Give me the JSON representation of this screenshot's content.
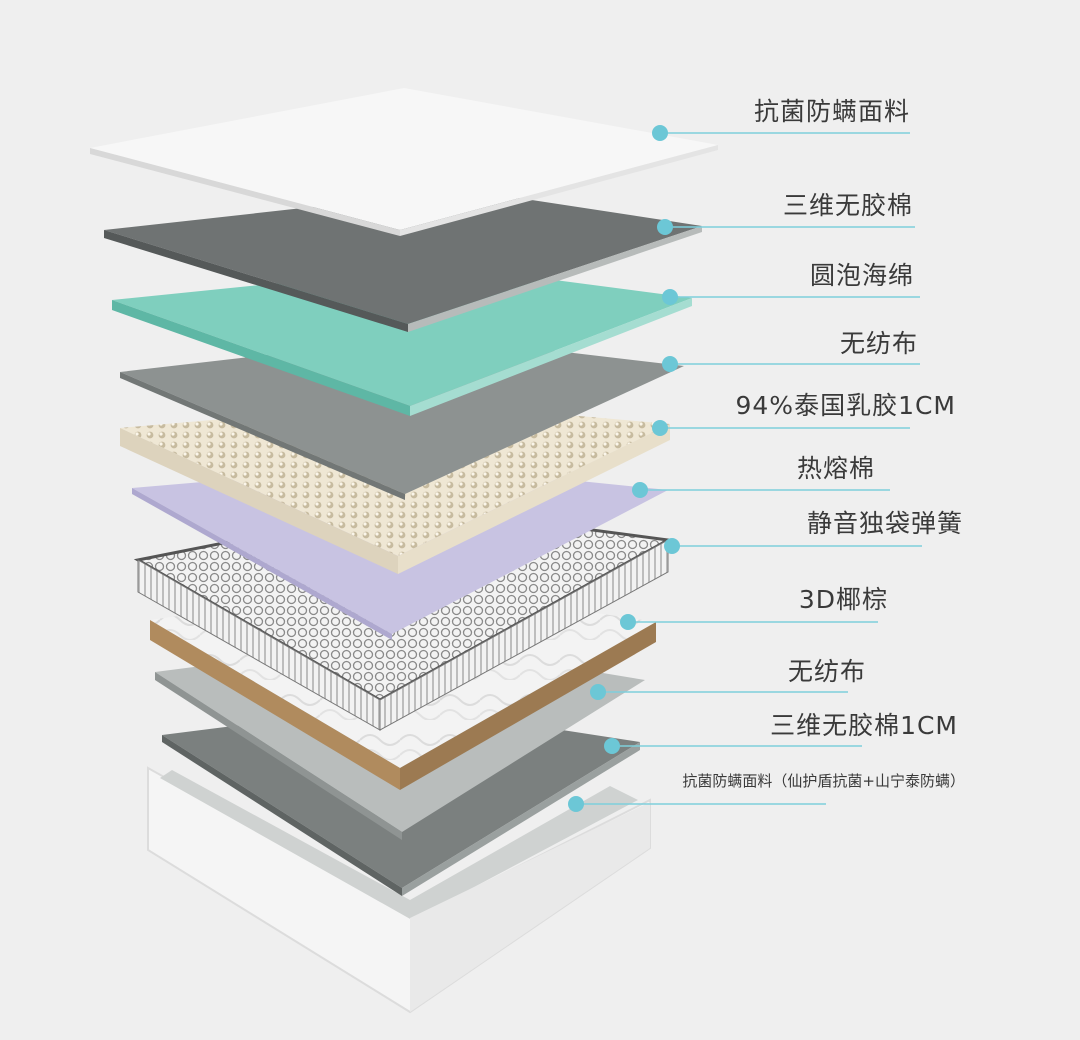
{
  "colors": {
    "background": "#efefef",
    "callout_line": "#7fcfdc",
    "callout_dot": "#6cc7d6",
    "label_text": "#3a3a3a"
  },
  "layers": [
    {
      "label": "抗菌防螨面料",
      "color": "#f7f7f7"
    },
    {
      "label": "三维无胶棉",
      "color": "#6f7373"
    },
    {
      "label": "圆泡海绵",
      "color": "#7fcfbe"
    },
    {
      "label": "无纺布",
      "color": "#8d9291"
    },
    {
      "label": "94%泰国乳胶1CM",
      "color": "#ece3cf"
    },
    {
      "label": "热熔棉",
      "color": "#c8c3e2"
    },
    {
      "label": "静音独袋弹簧",
      "color": "#e8e8e8"
    },
    {
      "label": "3D椰棕",
      "color": "#b28d62"
    },
    {
      "label": "无纺布",
      "color": "#a7abaa"
    },
    {
      "label": "三维无胶棉1CM",
      "color": "#7b807f"
    },
    {
      "label": "抗菌防螨面料（仙护盾抗菌+山宁泰防螨）",
      "color": "#f4f4f4"
    }
  ]
}
